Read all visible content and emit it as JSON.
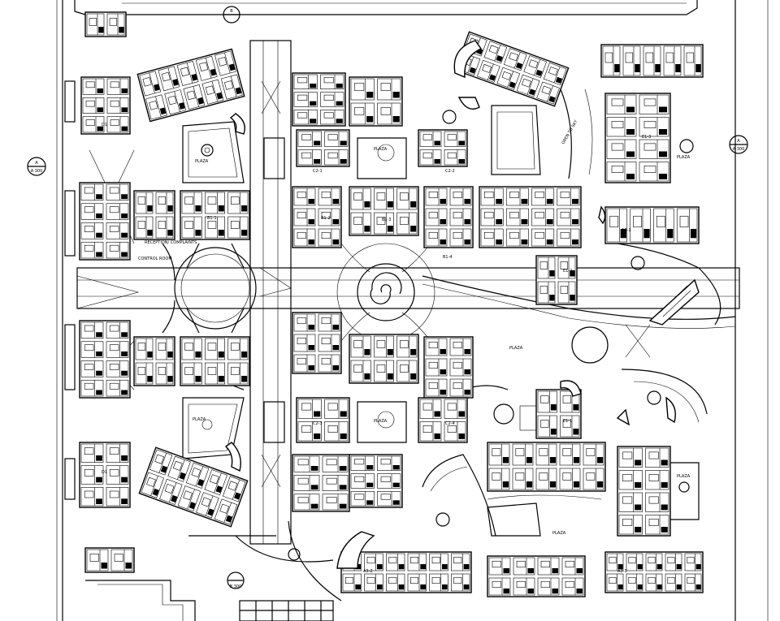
{
  "markers": {
    "a300_left_top": "A",
    "a300_left_bottom": "A 300",
    "a300_right_top": "A",
    "a300_right_bottom": "A 300",
    "b300_top": "B",
    "b300_bottom": "B 300"
  },
  "labels": {
    "plaza_1": "PLAZA",
    "plaza_2": "PLAZA",
    "plaza_3": "PLAZA",
    "plaza_4": "PLAZA",
    "plaza_5": "PLAZA",
    "plaza_6": "PLAZA",
    "plaza_7": "PLAZA",
    "plaza_8": "PLAZA",
    "reception": "RECEPTION/ COMPLAINTS",
    "control": "CONTROL ROOM",
    "open_to_sky": "OPEN TO SKY",
    "b1_a": "B1-1",
    "b1_b": "B1-2",
    "b1_c": "B1-3",
    "b1_d": "B1-4",
    "c2_a": "C2-1",
    "c2_b": "C2-2",
    "c2_c": "C2-3",
    "c2_d": "C2-4",
    "a3_a": "A3-1",
    "a3_b": "A3-2",
    "a3_c": "A3-3",
    "e1_a": "E1-1",
    "e1_b": "E1-2",
    "e1_c": "E1-3",
    "d1_a": "D1",
    "d1_b": "D1"
  }
}
